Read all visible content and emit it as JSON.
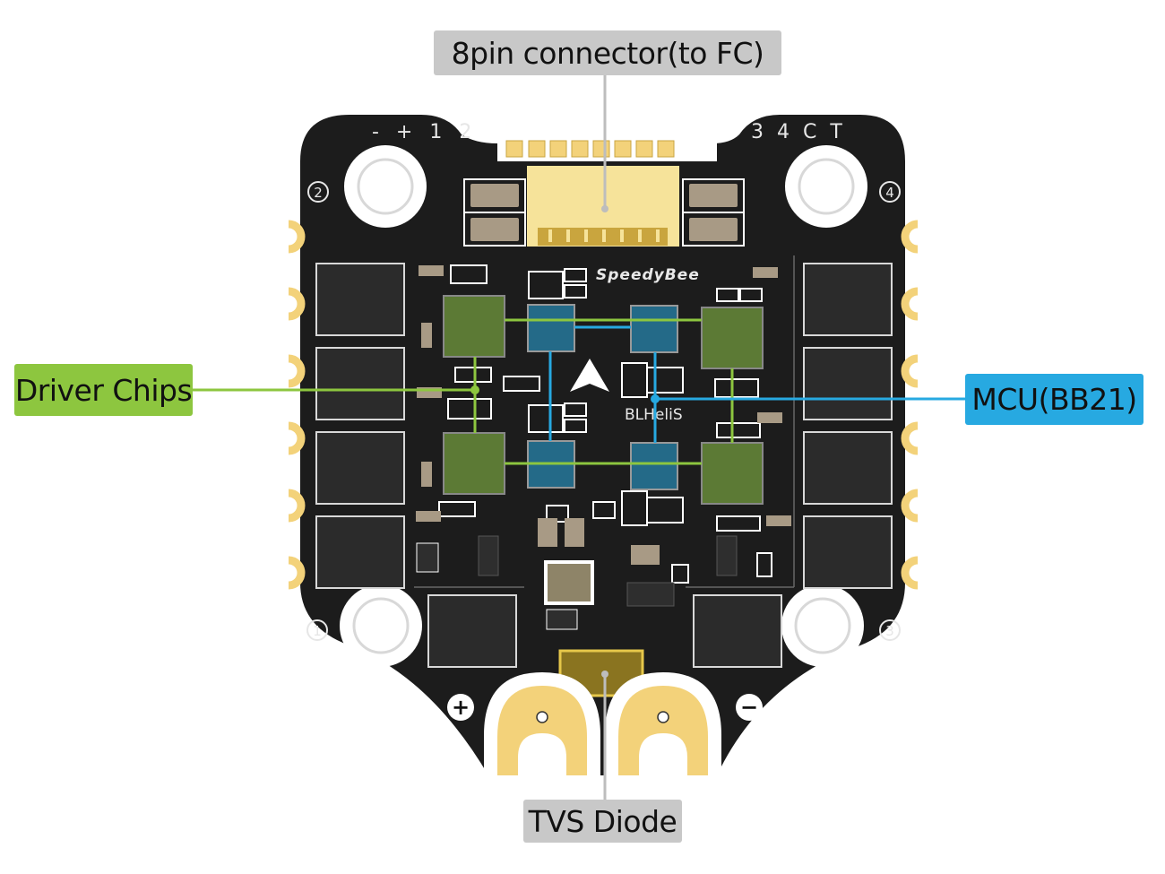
{
  "title": "SpeedyBee BLHeli_S 4-in-1 ESC board layout",
  "callouts": {
    "connector": "8pin connector(to FC)",
    "driver_chips": "Driver Chips",
    "mcu": "MCU(BB21)",
    "tvs_diode": "TVS Diode"
  },
  "board": {
    "brand": "SpeedyBee",
    "firmware": "BLHeliS",
    "firmware_label": "BLHeliS",
    "pin_labels_left": "- + 1 2",
    "pin_labels_right": "3 4 C T",
    "mount_numbers": [
      "1",
      "2",
      "3",
      "4"
    ],
    "power_plus": "+",
    "power_minus": "−"
  },
  "colors": {
    "pcb": "#1c1c1c",
    "gold": "#f3d27a",
    "driver_chip": "#5c7a35",
    "mcu_chip": "#246a88",
    "green_line": "#8dc63f",
    "blue_line": "#27a9e1",
    "gray_line": "#bdbdbd",
    "mosfet": "#2a2a2a"
  }
}
